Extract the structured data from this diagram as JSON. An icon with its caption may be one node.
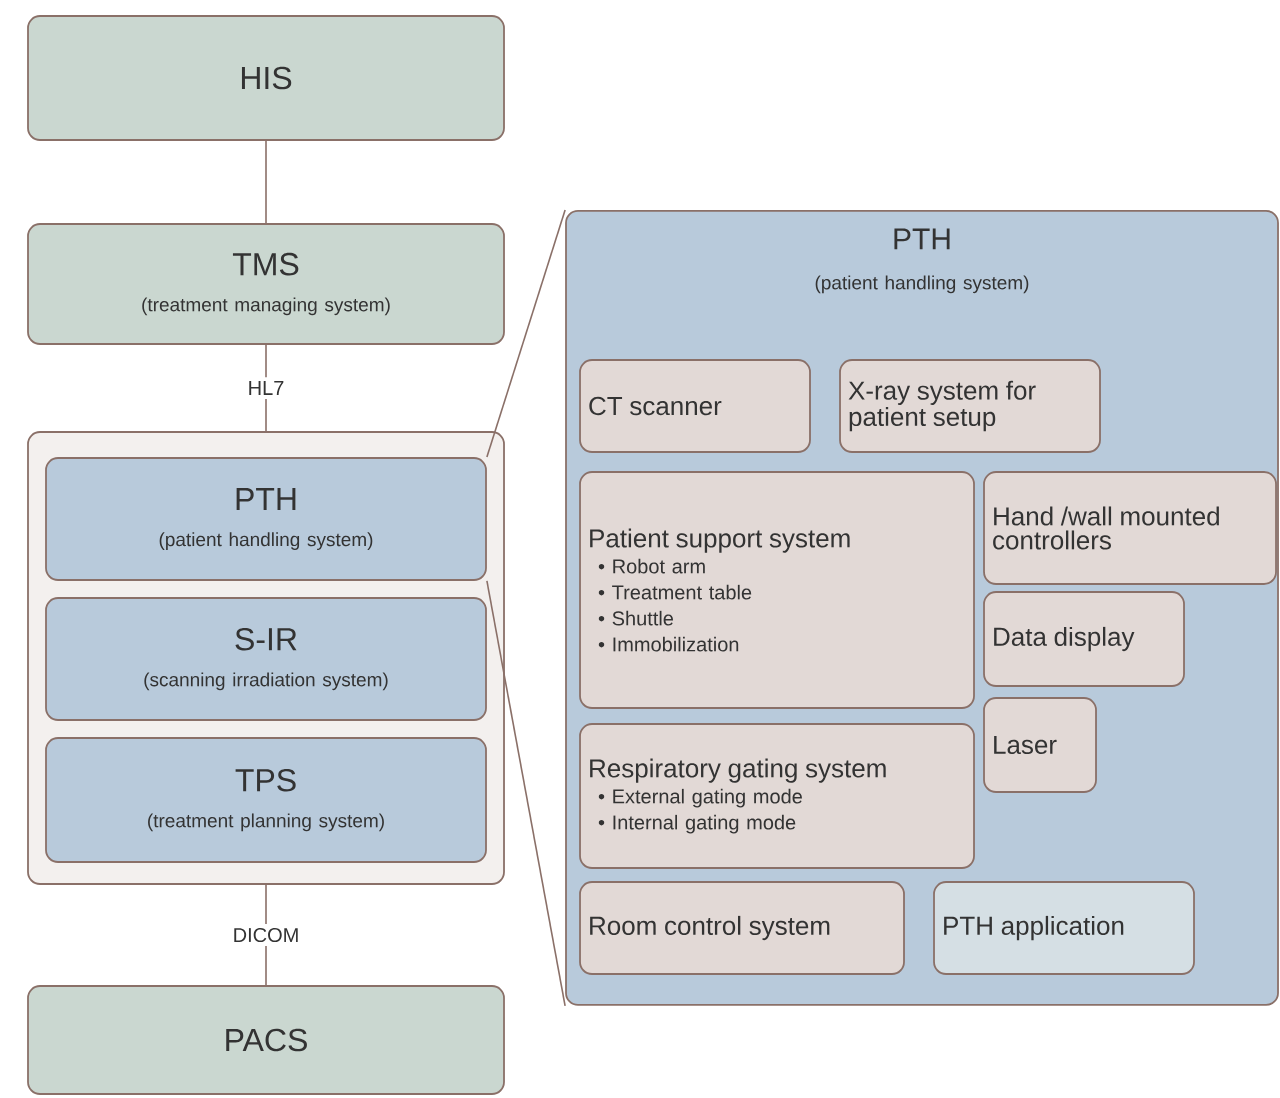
{
  "diagram": {
    "nodes": [
      {
        "text": [
          "HIS"
        ]
      },
      {
        "text": [
          "TMS",
          "(treatment managing system)"
        ]
      },
      {
        "text": [],
        "shape": "box"
      },
      {
        "text": [
          "PTH",
          "(patient handling system)"
        ],
        "in": 2
      },
      {
        "text": [
          "S-IR",
          "(scanning irradiation system)"
        ],
        "in": 2
      },
      {
        "text": [
          "TPS",
          "(treatment planning system)"
        ],
        "in": 2
      },
      {
        "text": [
          "PACS"
        ]
      },
      {
        "text": [
          "PTH",
          "(patient handling system)"
        ]
      },
      {
        "text": [
          "CT scanner"
        ],
        "in": 7
      },
      {
        "text": [
          "X-ray system for patient setup"
        ],
        "in": 7
      },
      {
        "text": [
          "Patient support system",
          "• Robot arm",
          "• Treatment table",
          "• Shuttle",
          "• Immobilization"
        ],
        "in": 7
      },
      {
        "text": [
          "Hand /wall mounted controllers"
        ],
        "in": 7
      },
      {
        "text": [
          "Data display"
        ],
        "in": 7
      },
      {
        "text": [
          "Laser"
        ],
        "in": 7
      },
      {
        "text": [
          "Respiratory gating system",
          "• External gating mode",
          "• Internal gating mode"
        ],
        "in": 7
      },
      {
        "text": [
          "Room control system"
        ],
        "in": 7
      },
      {
        "text": [
          "PTH application"
        ],
        "in": 7
      }
    ],
    "edges": [
      {
        "from": 0,
        "to": 1,
        "arrow": "none"
      },
      {
        "from": 1,
        "to": 2,
        "arrow": "none",
        "label": "HL7"
      },
      {
        "from": 2,
        "to": 6,
        "arrow": "none",
        "label": "DICOM"
      },
      {
        "from": 3,
        "to": 7,
        "arrow": "none"
      },
      {
        "from": 3,
        "to": 7,
        "arrow": "none"
      }
    ]
  }
}
